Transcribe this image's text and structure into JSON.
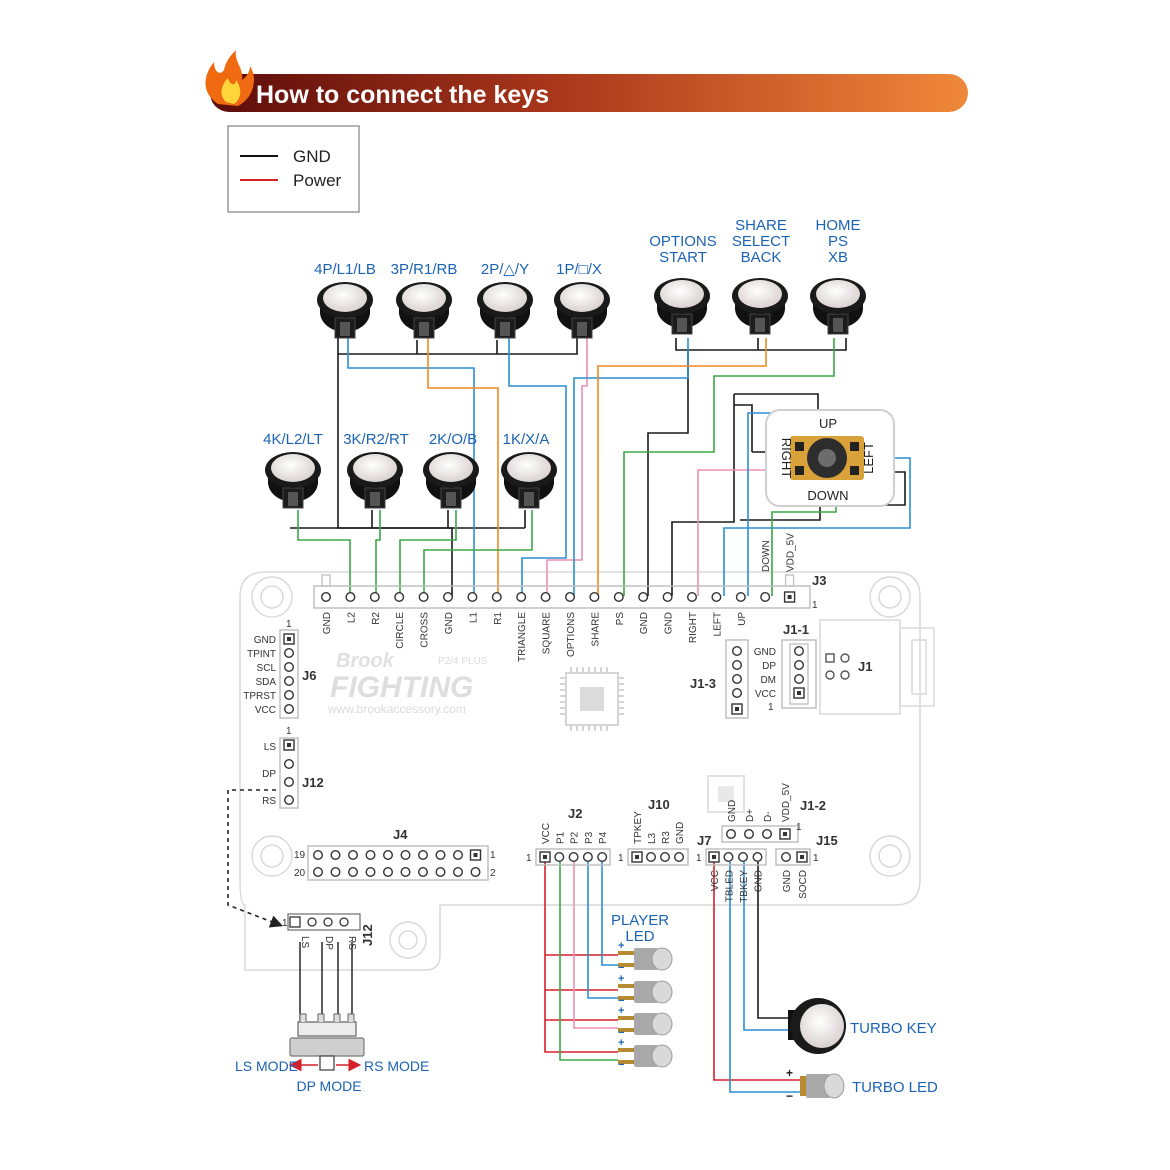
{
  "header": {
    "title": "How to connect the keys"
  },
  "legend": [
    {
      "label": "GND",
      "color": "#111111"
    },
    {
      "label": "Power",
      "color": "#d6202a"
    }
  ],
  "wire_colors": {
    "black": "#1a1a1a",
    "green": "#3aa845",
    "blue": "#2a8fd6",
    "orange": "#f08a1e",
    "pink": "#ee8fb4",
    "red": "#d6202a"
  },
  "top_buttons": [
    "4P/L1/LB",
    "3P/R1/RB",
    "2P/△/Y",
    "1P/□/X"
  ],
  "right_buttons": [
    {
      "line1": "OPTIONS",
      "line2": "START",
      "line3": ""
    },
    {
      "line1": "SHARE",
      "line2": "SELECT",
      "line3": "BACK"
    },
    {
      "line1": "HOME",
      "line2": "PS",
      "line3": "XB"
    }
  ],
  "bottom_buttons": [
    "4K/L2/LT",
    "3K/R2/RT",
    "2K/O/B",
    "1K/X/A"
  ],
  "joystick": {
    "up": "UP",
    "down": "DOWN",
    "left": "LEFT",
    "right": "RIGHT"
  },
  "j3": {
    "name": "J3",
    "pins": [
      "GND",
      "L2",
      "R2",
      "CIRCLE",
      "CROSS",
      "GND",
      "L1",
      "R1",
      "TRIANGLE",
      "SQUARE",
      "OPTIONS",
      "SHARE",
      "PS",
      "GND",
      "GND",
      "RIGHT",
      "LEFT",
      "UP",
      "DOWN",
      "VDD_5V"
    ],
    "pin1": "1"
  },
  "brand": {
    "logo1": "Brook",
    "logo2": "FIGHTING",
    "sub": "P2/4 PLUS",
    "url": "www.brookaccessory.com"
  },
  "j6": {
    "name": "J6",
    "pins": [
      "GND",
      "TPINT",
      "SCL",
      "SDA",
      "TPRST",
      "VCC"
    ],
    "pin1": "1"
  },
  "j12": {
    "name": "J12",
    "pins": [
      "LS",
      "DP",
      "RS"
    ],
    "pin1": "1"
  },
  "j4": {
    "name": "J4",
    "left_top": "19",
    "left_bottom": "20",
    "right_top": "1",
    "right_bottom": "2"
  },
  "j2": {
    "name": "J2",
    "pins": [
      "VCC",
      "P1",
      "P2",
      "P3",
      "P4"
    ],
    "pin1": "1"
  },
  "j10": {
    "name": "J10",
    "pins": [
      "TPKEY",
      "L3",
      "R3",
      "GND"
    ],
    "pin1": "1"
  },
  "j7": {
    "name": "J7",
    "pins": [
      "VCC",
      "TBLED",
      "TBKEY",
      "GND"
    ],
    "pin1": "1"
  },
  "j15": {
    "name": "J15",
    "pins": [
      "GND",
      "SOCD"
    ],
    "pin1": "1"
  },
  "j1_1": {
    "name": "J1-1",
    "pins": [
      "GND",
      "DP",
      "DM",
      "VCC"
    ],
    "pin1": "1"
  },
  "j1_3": {
    "name": "J1-3"
  },
  "j1": {
    "name": "J1"
  },
  "j1_2": {
    "name": "J1-2",
    "pins": [
      "GND",
      "D+",
      "D-",
      "VDD_5V"
    ],
    "pin1": "1"
  },
  "player_led": {
    "line1": "PLAYER",
    "line2": "LED"
  },
  "turbo_key": "TURBO KEY",
  "turbo_led": "TURBO LED",
  "mode_switch": {
    "ls": "LS MODE",
    "rs": "RS MODE",
    "dp": "DP MODE"
  },
  "polarity": {
    "plus": "+",
    "minus": "−"
  }
}
